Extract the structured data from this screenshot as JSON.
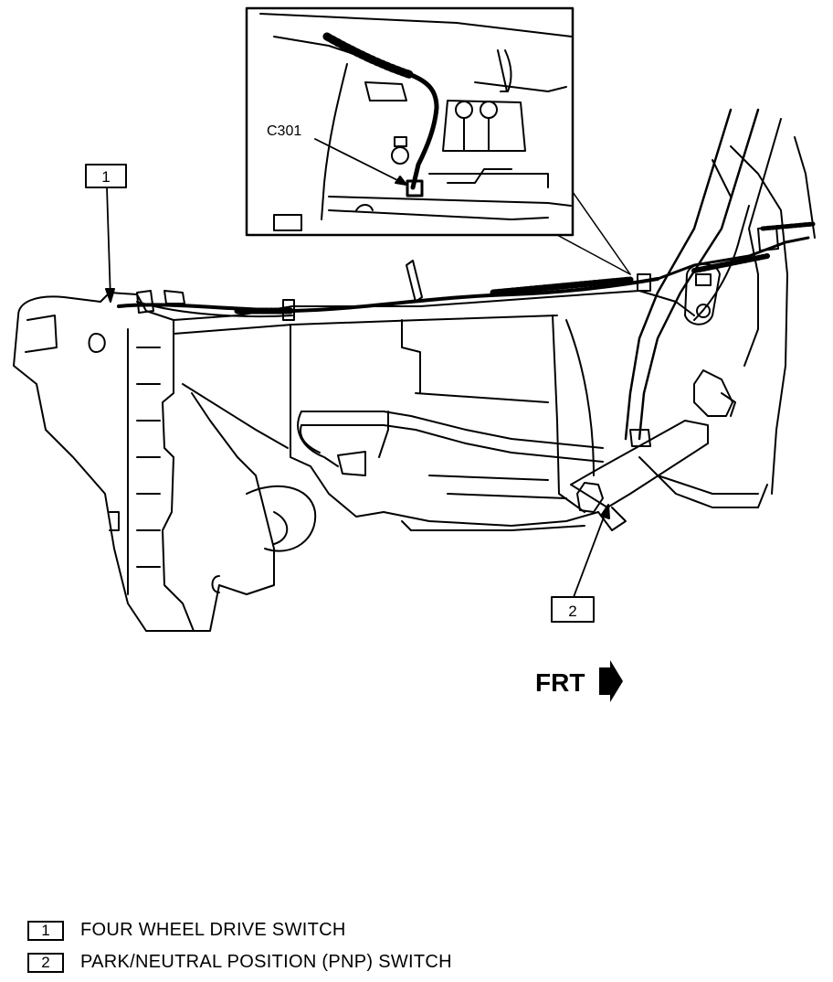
{
  "callouts": [
    {
      "number": "1"
    },
    {
      "number": "2"
    }
  ],
  "connector_label": "C301",
  "direction_label": "FRT",
  "legend": [
    {
      "number": "1",
      "text": "FOUR WHEEL DRIVE  SWITCH"
    },
    {
      "number": "2",
      "text": "PARK/NEUTRAL POSITION (PNP) SWITCH"
    }
  ]
}
